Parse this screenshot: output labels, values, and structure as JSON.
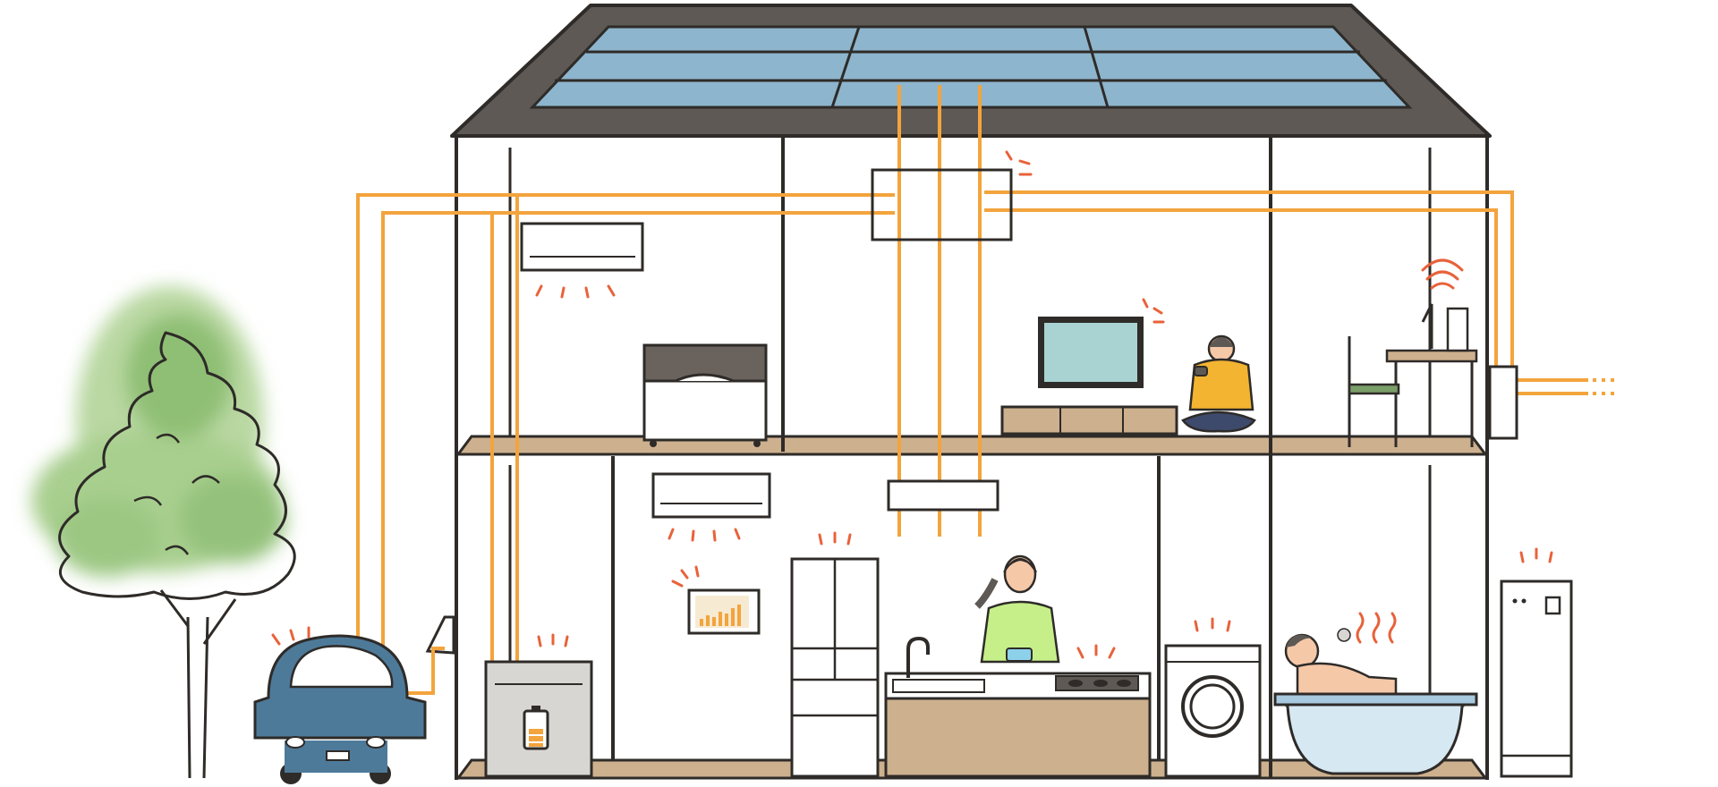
{
  "scene": {
    "type": "smart-home-energy-illustration",
    "text_labels": [],
    "colors": {
      "outline": "#2e2b28",
      "roof": "#5e5954",
      "solar_panel": "#8db5cd",
      "power_line": "#f3a43d",
      "activity_marks": "#e8623a",
      "floor": "#cdb08e",
      "ev_car": "#4e7a9a",
      "tv_screen": "#a9d3d2",
      "bath_water": "#d6e8f2",
      "person_shirt_green": "#c6ef8a",
      "child_shirt_yellow": "#f2b431",
      "tree_green": "#8db871"
    },
    "elements": [
      {
        "name": "solar-panel-roof",
        "icon": "solar-panel"
      },
      {
        "name": "distribution-board-upper",
        "icon": "breaker-box"
      },
      {
        "name": "distribution-board-lower",
        "icon": "breaker-box"
      },
      {
        "name": "air-conditioner-upstairs",
        "icon": "air-conditioner",
        "active": true
      },
      {
        "name": "air-conditioner-downstairs",
        "icon": "air-conditioner",
        "active": true
      },
      {
        "name": "bed",
        "icon": "bed"
      },
      {
        "name": "television",
        "icon": "tv",
        "active": true
      },
      {
        "name": "child-playing-game",
        "icon": "person"
      },
      {
        "name": "desk-with-computer",
        "icon": "computer",
        "wifi": true
      },
      {
        "name": "smart-meter",
        "icon": "meter"
      },
      {
        "name": "external-grid-line",
        "icon": "power-line"
      },
      {
        "name": "ev-car",
        "icon": "electric-car",
        "active": true
      },
      {
        "name": "ev-charger",
        "icon": "charger"
      },
      {
        "name": "home-battery",
        "icon": "battery",
        "active": true
      },
      {
        "name": "energy-monitor-display",
        "icon": "monitor-bar-chart",
        "active": true
      },
      {
        "name": "refrigerator",
        "icon": "fridge",
        "active": true
      },
      {
        "name": "kitchen-counter",
        "icon": "kitchen"
      },
      {
        "name": "woman-cooking",
        "icon": "person"
      },
      {
        "name": "induction-cooktop",
        "icon": "cooktop",
        "active": true
      },
      {
        "name": "washing-machine",
        "icon": "washer",
        "active": true
      },
      {
        "name": "bathtub-with-person",
        "icon": "bathtub",
        "active": true
      },
      {
        "name": "water-heater",
        "icon": "water-heater",
        "active": true
      },
      {
        "name": "tree",
        "icon": "tree"
      }
    ]
  }
}
